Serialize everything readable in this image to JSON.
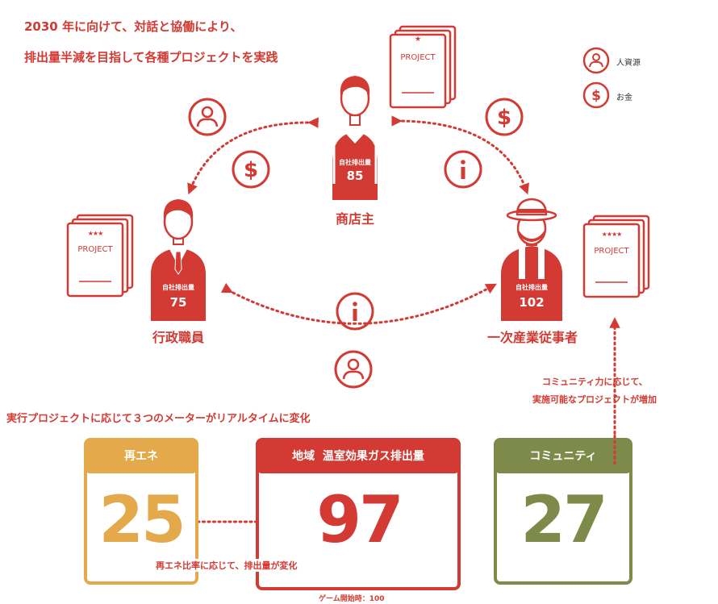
{
  "headline": {
    "line1": "2030 年に向けて、対話と協働により、",
    "line2": "排出量半減を目指して各種プロジェクトを実践"
  },
  "legend": {
    "person_label": "人資源",
    "money_label": "お金"
  },
  "actors": {
    "shop": {
      "name": "商店主",
      "emission_label": "自社排出量",
      "emission": "85"
    },
    "official": {
      "name": "行政職員",
      "emission_label": "自社排出量",
      "emission": "75"
    },
    "farmer": {
      "name": "一次産業従事者",
      "emission_label": "自社排出量",
      "emission": "102"
    }
  },
  "project_cards": {
    "shop": {
      "label": "PROJECT",
      "stars": "★"
    },
    "official": {
      "label": "PROJECT",
      "stars": "★★★"
    },
    "farmer": {
      "label": "PROJECT",
      "stars": "★★★★"
    }
  },
  "community_note": {
    "line1": "コミュニティ力に応じて、",
    "line2": "実施可能なプロジェクトが増加"
  },
  "meters_caption": "実行プロジェクトに応じて３つのメーターがリアルタイムに変化",
  "meters": {
    "renewable": {
      "title": "再エネ",
      "value": "25",
      "color": "#e3a94a"
    },
    "emission": {
      "title": "地域  温室効果ガス排出量",
      "value": "97",
      "color": "#d23a33"
    },
    "community": {
      "title": "コミュニティ",
      "value": "27",
      "color": "#7e8a4a"
    }
  },
  "renewable_note": "再エネ比率に応じて、排出量が変化",
  "game_start_note": "ゲーム開始時：100",
  "icons": [
    "person-icon",
    "dollar-icon",
    "info-icon"
  ]
}
